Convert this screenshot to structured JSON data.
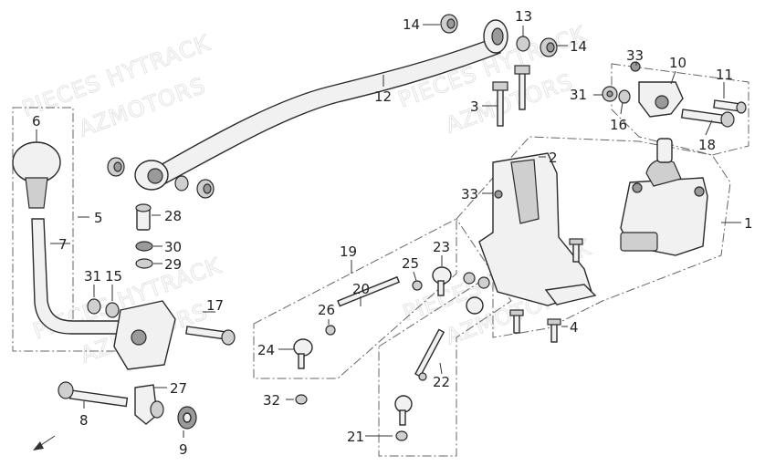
{
  "watermarks": [
    "PIECES HYTRACK",
    "AZMOTORS",
    "PIECES HYTRACK",
    "AZMOTORS",
    "PIECES HYTRACK",
    "AZMOTORS",
    "PIECES HYTRACK",
    "AZMOTORS"
  ],
  "callouts": [
    "14",
    "13",
    "14",
    "33",
    "10",
    "11",
    "31",
    "16",
    "18",
    "12",
    "3",
    "6",
    "5",
    "7",
    "28",
    "30",
    "29",
    "2",
    "33",
    "1",
    "19",
    "23",
    "25",
    "20",
    "31",
    "15",
    "17",
    "26",
    "24",
    "4",
    "22",
    "27",
    "8",
    "32",
    "9",
    "21"
  ]
}
